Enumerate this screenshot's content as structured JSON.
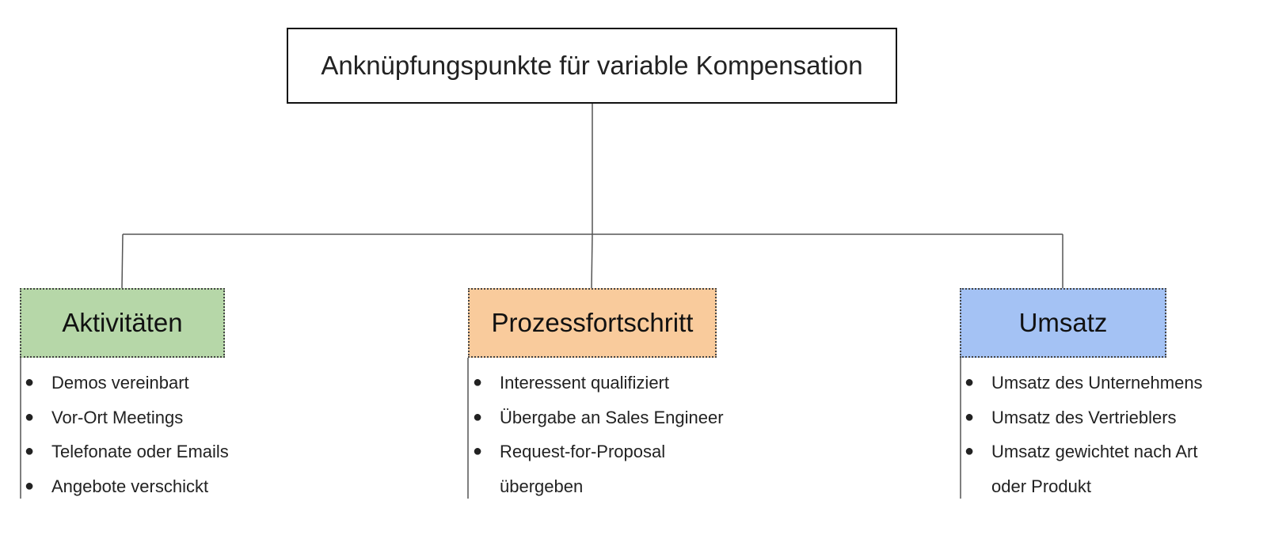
{
  "diagram": {
    "root": {
      "label": "Anknüpfungspunkte für variable Kompensation"
    },
    "categories": [
      {
        "label": "Aktivitäten",
        "fill": "#b6d7a8",
        "items": [
          "Demos vereinbart",
          "Vor-Ort Meetings",
          "Telefonate oder Emails",
          "Angebote verschickt"
        ]
      },
      {
        "label": "Prozessfortschritt",
        "fill": "#f9cb9c",
        "items": [
          "Interessent qualifiziert",
          "Übergabe an Sales Engineer",
          "Request-for-Proposal",
          "übergeben"
        ]
      },
      {
        "label": "Umsatz",
        "fill": "#a4c2f4",
        "items": [
          "Umsatz des Unternehmens",
          "Umsatz des Vertrieblers",
          "Umsatz gewichtet nach Art",
          "oder Produkt"
        ]
      }
    ],
    "bullet_glyph": "●",
    "colors": {
      "line": "#555555",
      "root_border": "#111111"
    }
  }
}
